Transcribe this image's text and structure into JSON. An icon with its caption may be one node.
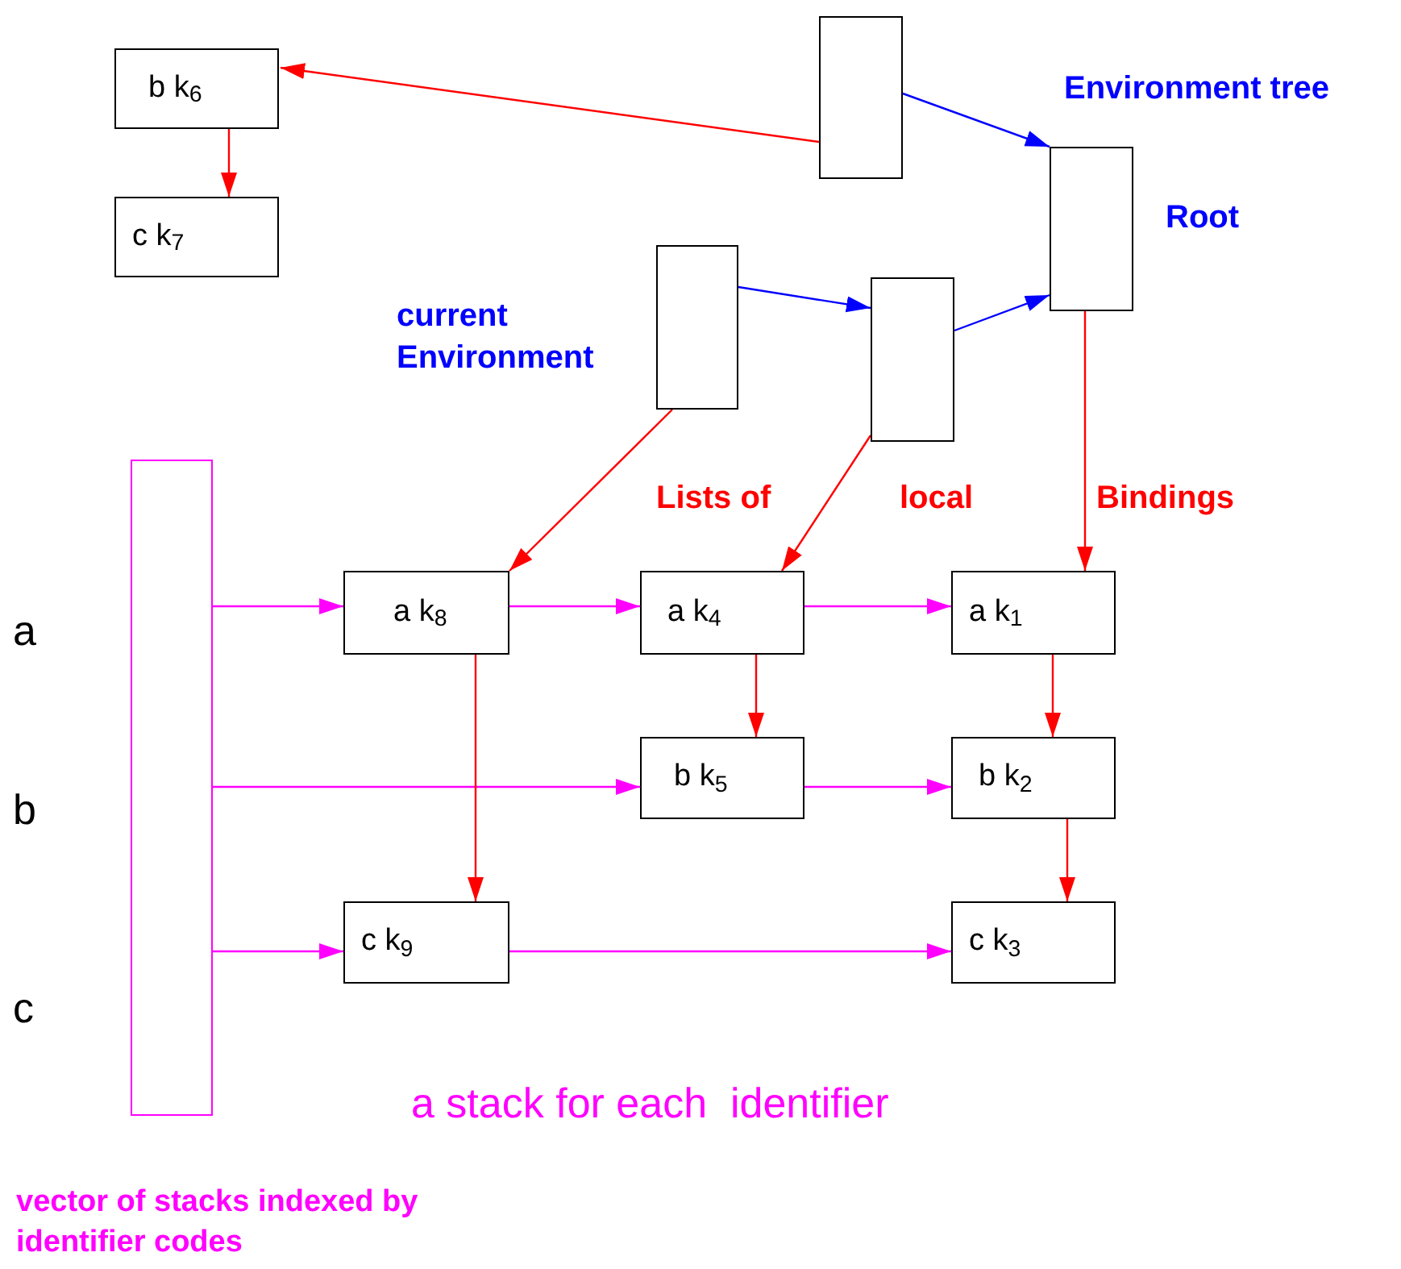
{
  "diagram": {
    "nodes": [
      {
        "text": [
          "b k$_{6}$"
        ]
      },
      {
        "text": [
          "c k$_{7}$"
        ]
      },
      {
        "text": [],
        "shape": "box"
      },
      {
        "text": [],
        "shape": "box"
      },
      {
        "text": [],
        "shape": "box"
      },
      {
        "text": [],
        "shape": "box"
      },
      {
        "text": [],
        "shape": "bar"
      },
      {
        "text": [
          "a k$_{8}$"
        ]
      },
      {
        "text": [
          "a k$_{4}$"
        ]
      },
      {
        "text": [
          "a k$_{1}$"
        ]
      },
      {
        "text": [
          "b k$_{5}$"
        ]
      },
      {
        "text": [
          "b k$_{2}$"
        ]
      },
      {
        "text": [
          "c k$_{9}$"
        ]
      },
      {
        "text": [
          "c k$_{3}$"
        ]
      }
    ],
    "edges": [
      {
        "from": 2,
        "to": 0,
        "arrow": "to",
        "color": "#ff0000"
      },
      {
        "from": 0,
        "to": 1,
        "arrow": "to",
        "color": "#ff0000"
      },
      {
        "from": 2,
        "to": 3,
        "arrow": "to",
        "color": "#0000ff"
      },
      {
        "from": 4,
        "to": 5,
        "arrow": "to",
        "color": "#0000ff"
      },
      {
        "from": 5,
        "to": 3,
        "arrow": "to",
        "color": "#0000ff"
      },
      {
        "from": 4,
        "to": 7,
        "arrow": "to",
        "color": "#ff0000"
      },
      {
        "from": 5,
        "to": 8,
        "arrow": "to",
        "color": "#ff0000"
      },
      {
        "from": 3,
        "to": 9,
        "arrow": "to",
        "color": "#ff0000"
      },
      {
        "from": 6,
        "to": 7,
        "arrow": "to",
        "color": "#ff00ff"
      },
      {
        "from": 7,
        "to": 8,
        "arrow": "to",
        "color": "#ff00ff"
      },
      {
        "from": 8,
        "to": 9,
        "arrow": "to",
        "color": "#ff00ff"
      },
      {
        "from": 6,
        "to": 10,
        "arrow": "to",
        "color": "#ff00ff"
      },
      {
        "from": 10,
        "to": 11,
        "arrow": "to",
        "color": "#ff00ff"
      },
      {
        "from": 6,
        "to": 12,
        "arrow": "to",
        "color": "#ff00ff"
      },
      {
        "from": 12,
        "to": 13,
        "arrow": "to",
        "color": "#ff00ff"
      },
      {
        "from": 7,
        "to": 12,
        "arrow": "to",
        "color": "#ff0000"
      },
      {
        "from": 8,
        "to": 10,
        "arrow": "to",
        "color": "#ff0000"
      },
      {
        "from": 9,
        "to": 11,
        "arrow": "to",
        "color": "#ff0000"
      },
      {
        "from": 11,
        "to": 13,
        "arrow": "to",
        "color": "#ff0000"
      }
    ],
    "labels": [
      "Environment tree",
      "Root",
      "current Environment",
      "Lists of",
      "local",
      "Bindings",
      "a",
      "b",
      "c",
      "a stack for each  identifier",
      "vector of stacks indexed by identifier codes"
    ]
  }
}
